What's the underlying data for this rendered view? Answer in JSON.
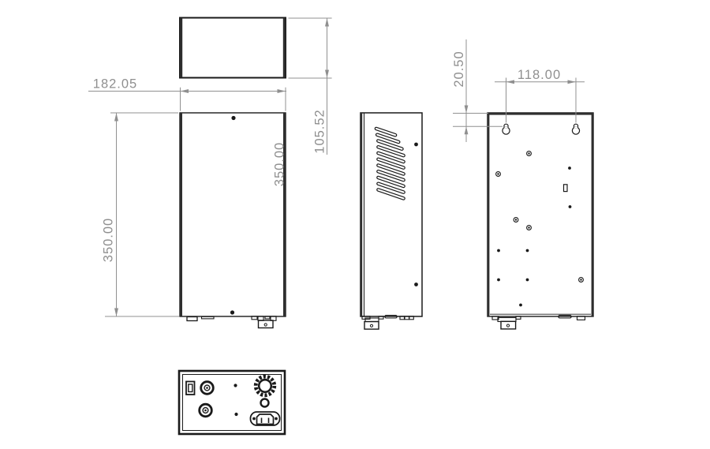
{
  "drawing": {
    "type": "engineering-orthographic-views",
    "views": [
      "top",
      "front",
      "side",
      "rear",
      "connector-panel"
    ],
    "colors": {
      "background": "#ffffff",
      "part_line": "#1a1a1a",
      "dimension": "#8f8f8f"
    },
    "dimensions": {
      "top_width": {
        "label": "182.05"
      },
      "top_depth": {
        "label": "105.52"
      },
      "front_height": {
        "label": "350.00"
      },
      "front_height_inner": {
        "label": "350.00"
      },
      "mount_hole_offset": {
        "label": "20.50"
      },
      "mount_hole_spacing": {
        "label": "118.00"
      }
    }
  }
}
